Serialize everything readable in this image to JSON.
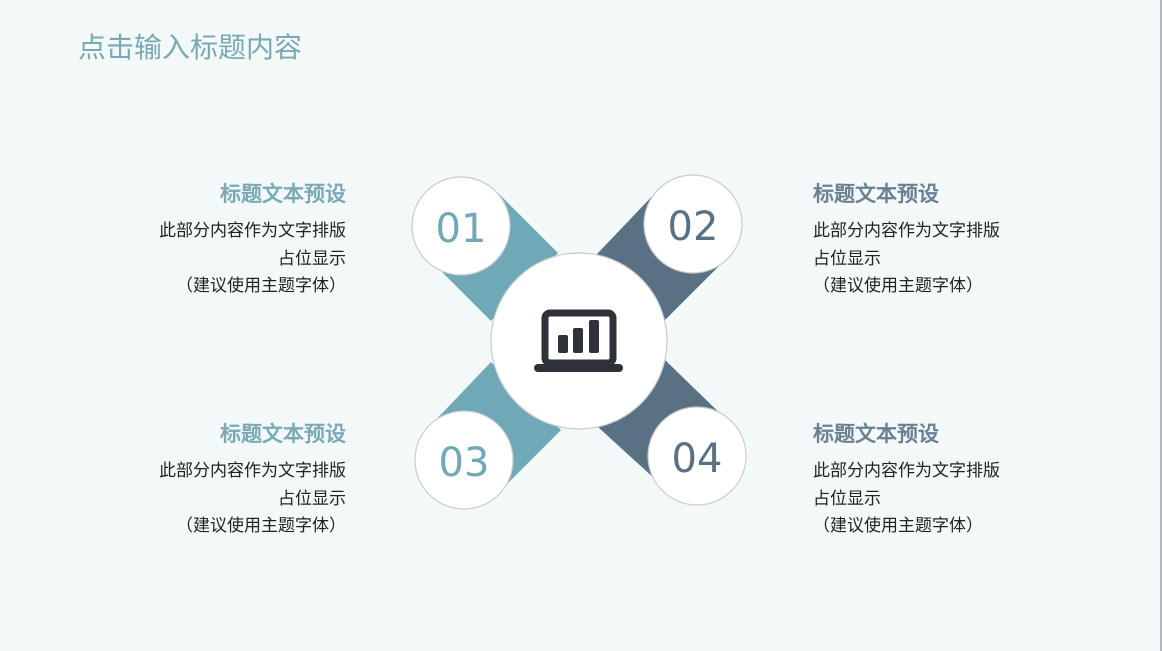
{
  "slide": {
    "title": "点击输入标题内容"
  },
  "colors": {
    "background": "#f3f9f8",
    "teal": "#6fa8b6",
    "slate": "#5a7184",
    "title": "#7aa9b6",
    "icon": "#2f3238"
  },
  "center": {
    "icon": "laptop-chart-icon"
  },
  "nodes": [
    {
      "number": "01",
      "color": "teal"
    },
    {
      "number": "02",
      "color": "slate"
    },
    {
      "number": "03",
      "color": "teal"
    },
    {
      "number": "04",
      "color": "slate"
    }
  ],
  "blocks": [
    {
      "heading": "标题文本预设",
      "lines": [
        "此部分内容作为文字排版",
        "占位显示",
        "（建议使用主题字体）"
      ]
    },
    {
      "heading": "标题文本预设",
      "lines": [
        "此部分内容作为文字排版",
        "占位显示",
        "（建议使用主题字体）"
      ]
    },
    {
      "heading": "标题文本预设",
      "lines": [
        "此部分内容作为文字排版",
        "占位显示",
        "（建议使用主题字体）"
      ]
    },
    {
      "heading": "标题文本预设",
      "lines": [
        "此部分内容作为文字排版",
        "占位显示",
        "（建议使用主题字体）"
      ]
    }
  ]
}
